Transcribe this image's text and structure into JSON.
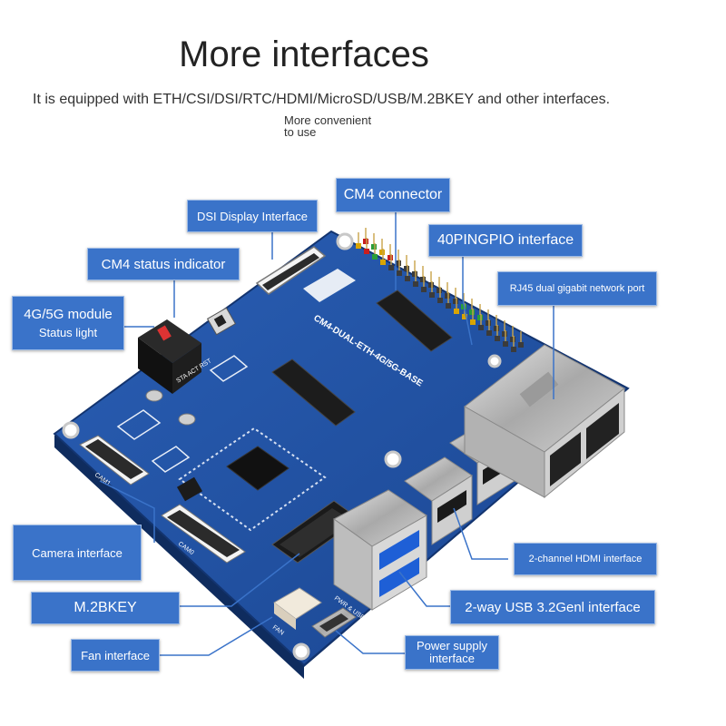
{
  "header": {
    "title": "More interfaces",
    "subtitle": "It is equipped with ETH/CSI/DSI/RTC/HDMI/MicroSD/USB/M.2BKEY and other interfaces.",
    "subtitle2_line1": "More convenient",
    "subtitle2_line2": "to use"
  },
  "board": {
    "silkscreen": "CM4-DUAL-ETH-4G/5G-BASE",
    "cam0_label": "CAM0",
    "cam1_label": "CAM1",
    "fan_label": "FAN",
    "pwr_label": "PWR & USB",
    "indicator_labels": "STA ACT RST",
    "colors": {
      "pcb": "#1f4e9a",
      "pcb_dark": "#17397a",
      "accent": "#3a73c9",
      "metal": "#b8b8b8"
    }
  },
  "callouts": {
    "dsi": "DSI Display Interface",
    "cm4_connector": "CM4 connector",
    "gpio": "40PINGPIO interface",
    "cm4_status": "CM4 status indicator",
    "rj45": "RJ45 dual gigabit network port",
    "module_line1": "4G/5G module",
    "module_line2": "Status light",
    "camera": "Camera interface",
    "hdmi": "2-channel HDMI interface",
    "m2": "M.2BKEY",
    "usb": "2-way USB 3.2Genl interface",
    "fan": "Fan interface",
    "power_line1": "Power supply",
    "power_line2": "interface"
  }
}
